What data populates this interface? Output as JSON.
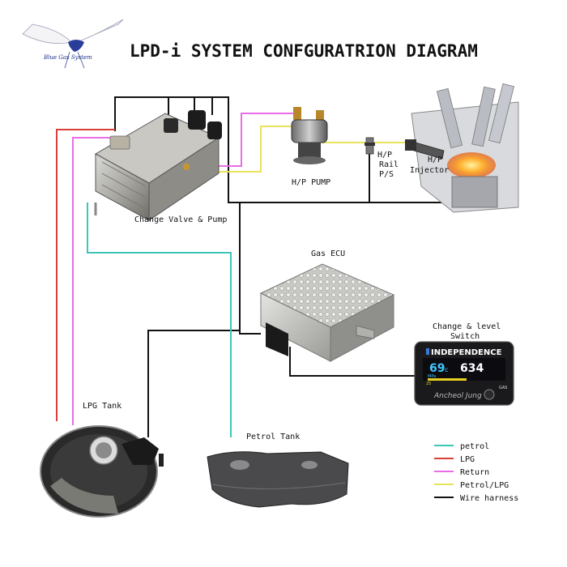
{
  "title": "LPD-i SYSTEM CONFGURATRION DIAGRAM",
  "logo": {
    "text": "Blue Gas System"
  },
  "components": {
    "change_valve": "Change Valve & Pump",
    "hp_pump": "H/P PUMP",
    "rail_ps": [
      "H/P",
      "Rail",
      "P/S"
    ],
    "injector": [
      "H/P",
      "Injector"
    ],
    "gas_ecu": "Gas ECU",
    "switch": [
      "Change & level",
      "Switch"
    ],
    "lpg_tank": "LPG Tank",
    "petrol_tank": "Petrol Tank"
  },
  "switch_display": {
    "brand": "INDEPENDENCE",
    "temp": "69",
    "temp_unit": "c",
    "unit": "MPa",
    "pressure": "634",
    "level": "25",
    "signature": "Ancheol Jung",
    "fuel": "GAS"
  },
  "legend": [
    {
      "label": "petrol",
      "color": "#3cc6b8"
    },
    {
      "label": "LPG",
      "color": "#d8413a"
    },
    {
      "label": "Return",
      "color": "#e86de6"
    },
    {
      "label": "Petrol/LPG",
      "color": "#e8e25c"
    },
    {
      "label": "Wire harness",
      "color": "#111111"
    }
  ]
}
